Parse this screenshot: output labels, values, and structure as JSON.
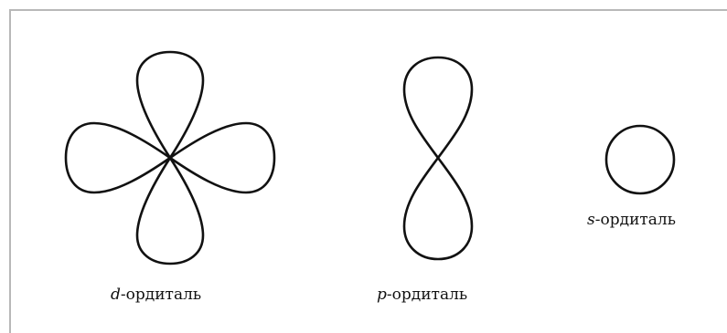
{
  "orbitals": [
    {
      "id": "d",
      "symbol": "d",
      "suffix": "-ордиталь"
    },
    {
      "id": "p",
      "symbol": "p",
      "suffix": "-ордиталь"
    },
    {
      "id": "s",
      "symbol": "s",
      "suffix": "-ордиталь"
    }
  ],
  "colors": {
    "stroke": "#111111",
    "frame": "#b8b8b8",
    "background": "#ffffff"
  }
}
